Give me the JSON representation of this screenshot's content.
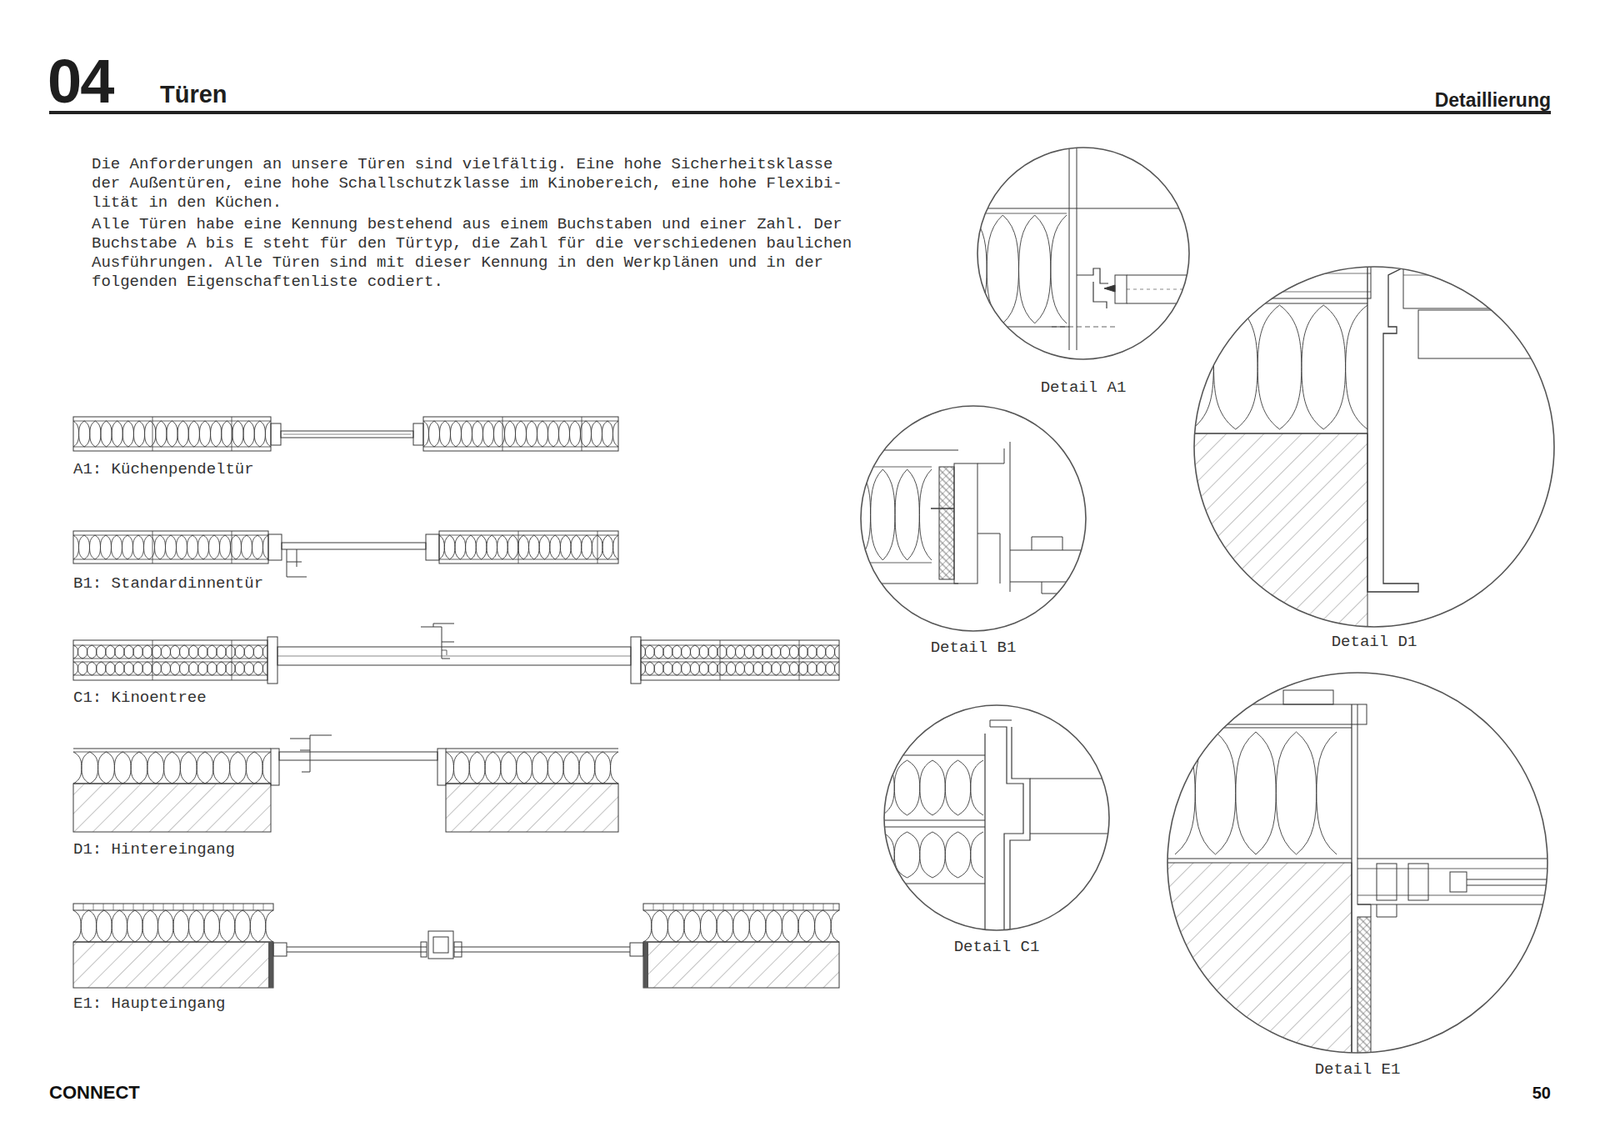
{
  "diagram": {
    "title": "Türen",
    "nodes": [
      {
        "text": [
          "Detail A1"
        ]
      },
      {
        "text": [
          "Detail B1"
        ]
      },
      {
        "text": [
          "Detail D1"
        ]
      },
      {
        "text": [
          "Detail C1"
        ]
      },
      {
        "text": [
          "Detail E1"
        ]
      }
    ],
    "labels": [
      "04",
      "Detaillierung",
      "Die Anforderungen an unsere Türen sind vielfältig. Eine hohe Sicherheitsklasse der Außentüren, eine hohe Schallschutzklasse im Kinobereich, eine hohe Flexibi- lität in den Küchen.",
      "Alle Türen habe eine Kennung bestehend aus einem Buchstaben und einer Zahl. Der Buchstabe A bis E steht für den Türtyp, die Zahl für die verschiedenen baulichen Ausführungen. Alle Türen sind mit dieser Kennung in den Werkplänen und in der folgenden Eigenschaftenliste codiert.",
      "A1: Küchenpendeltür",
      "B1: Standardinnentür",
      "C1: Kinoentree",
      "D1: Hintereingang",
      "E1: Haupteingang",
      "CONNECT",
      "50"
    ]
  }
}
